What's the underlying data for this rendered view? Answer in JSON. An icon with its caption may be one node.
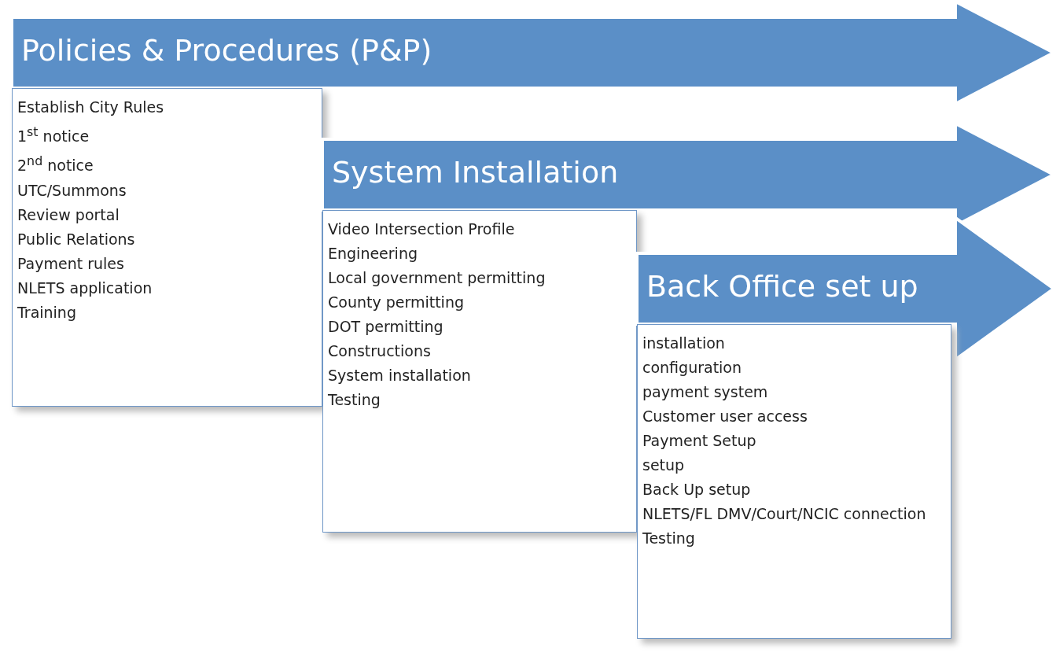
{
  "diagram": {
    "nodes": [
      {
        "text": [
          "Policies & Procedures (P&P)"
        ]
      },
      {
        "text": [
          "Establish City Rules",
          "1$^{st}$ notice",
          "2$^{nd}$ notice",
          "UTC/Summons",
          "Review portal",
          "Public Relations",
          "Payment rules",
          "NLETS application",
          "Training"
        ]
      },
      {
        "text": [
          "System Installation"
        ]
      },
      {
        "text": [
          "Video Intersection Profile",
          "Engineering",
          "Local government permitting",
          "County permitting",
          "DOT permitting",
          "Constructions",
          "System installation",
          "Testing"
        ]
      },
      {
        "text": [
          "Back Office set up"
        ]
      },
      {
        "text": [
          "installation",
          "configuration",
          "payment system",
          "Customer user access",
          "Payment Setup",
          "setup",
          "Back Up setup",
          "NLETS/FL DMV/Court/NCIC connection",
          "Testing"
        ]
      }
    ],
    "edges": []
  }
}
